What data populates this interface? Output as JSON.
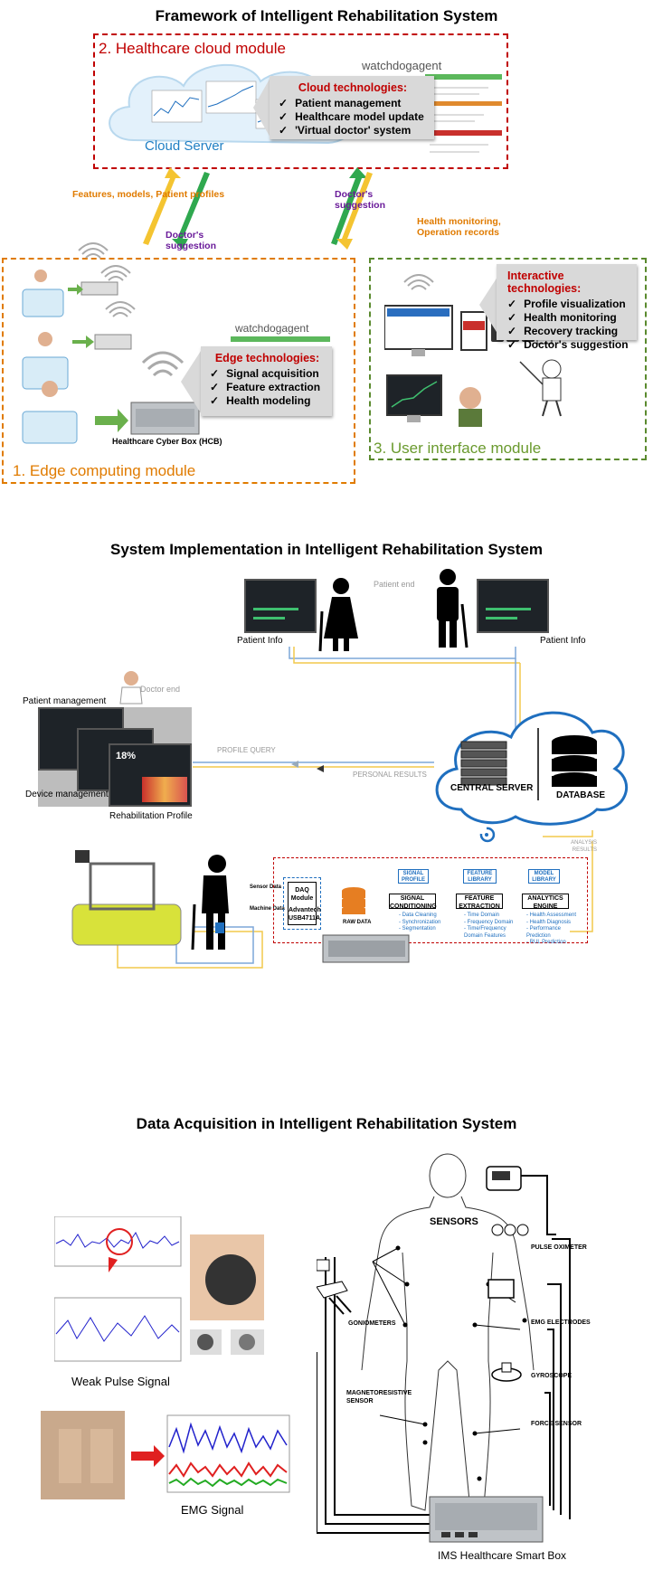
{
  "framework": {
    "title": "Framework of Intelligent Rehabilitation System",
    "cloud_module": {
      "title": "2. Healthcare cloud module",
      "server_label": "Cloud Server",
      "brand": "watchdogagent",
      "tech_title": "Cloud technologies:",
      "items": [
        "Patient management",
        "Healthcare model update",
        "'Virtual doctor' system"
      ]
    },
    "arrows": {
      "left_up": "Features, models, Patient profiles",
      "left_down": "Doctor's suggestion",
      "right_up": "Doctor's suggestion",
      "right_down": "Health monitoring, Operation records"
    },
    "edge_module": {
      "title": "1. Edge computing module",
      "brand": "watchdogagent",
      "tech_title": "Edge technologies:",
      "items": [
        "Signal acquisition",
        "Feature extraction",
        "Health modeling"
      ],
      "hcb_label": "Healthcare Cyber Box (HCB)"
    },
    "ui_module": {
      "title": "3. User interface module",
      "tech_title": "Interactive technologies:",
      "items": [
        "Profile visualization",
        "Health monitoring",
        "Recovery tracking",
        "Doctor's suggestion"
      ]
    }
  },
  "implementation": {
    "title": "System Implementation in Intelligent Rehabilitation System",
    "patient_end": "Patient end",
    "patient_info_left": "Patient Info",
    "patient_info_right": "Patient Info",
    "doctor_end": "Doctor end",
    "patient_management": "Patient management",
    "device_management": "Device management",
    "rehab_profile": "Rehabilitation Profile",
    "screen_percent": "18%",
    "profile_query": "PROFILE QUERY",
    "personal_results": "PERSONAL RESULTS",
    "central_server": "CENTRAL SERVER",
    "database": "DATABASE",
    "analysis_results": "ANALYSIS RESULTS",
    "sensor_data": "Sensor Data",
    "machine_data": "Machine Data",
    "daq_module": "DAQ Module",
    "daq_device": "Advantech USB4711A",
    "raw_data": "RAW DATA",
    "pipeline": [
      {
        "tab": "SIGNAL PROFILE",
        "box": "SIGNAL CONDITIONING",
        "bullets": [
          "- Data Cleaning",
          "- Synchronization",
          "- Segmentation"
        ]
      },
      {
        "tab": "FEATURE LIBRARY",
        "box": "FEATURE EXTRACTION",
        "bullets": [
          "- Time Domain",
          "- Frequency Domain",
          "- Time/Frequency Domain Features"
        ]
      },
      {
        "tab": "MODEL LIBRARY",
        "box": "ANALYTICS ENGINE",
        "bullets": [
          "- Health Assessment",
          "- Health Diagnosis",
          "- Performance Prediction",
          "- RUL Prediction"
        ]
      }
    ]
  },
  "acquisition": {
    "title": "Data Acquisition in Intelligent Rehabilitation System",
    "weak_pulse": "Weak Pulse Signal",
    "emg_signal": "EMG Signal",
    "sensors_title": "SENSORS",
    "sensors": {
      "pulse_oximeter": "PULSE OXIMETER",
      "emg_electrodes": "EMG ELECTRODES",
      "gyroscope": "GYROSCOPE",
      "force_sensor": "FORCE SENSOR",
      "goniometers": "GONIOMETERS",
      "magnetoresistive": "MAGNETORESISTIVE SENSOR"
    },
    "smart_box": "IMS Healthcare Smart Box"
  }
}
